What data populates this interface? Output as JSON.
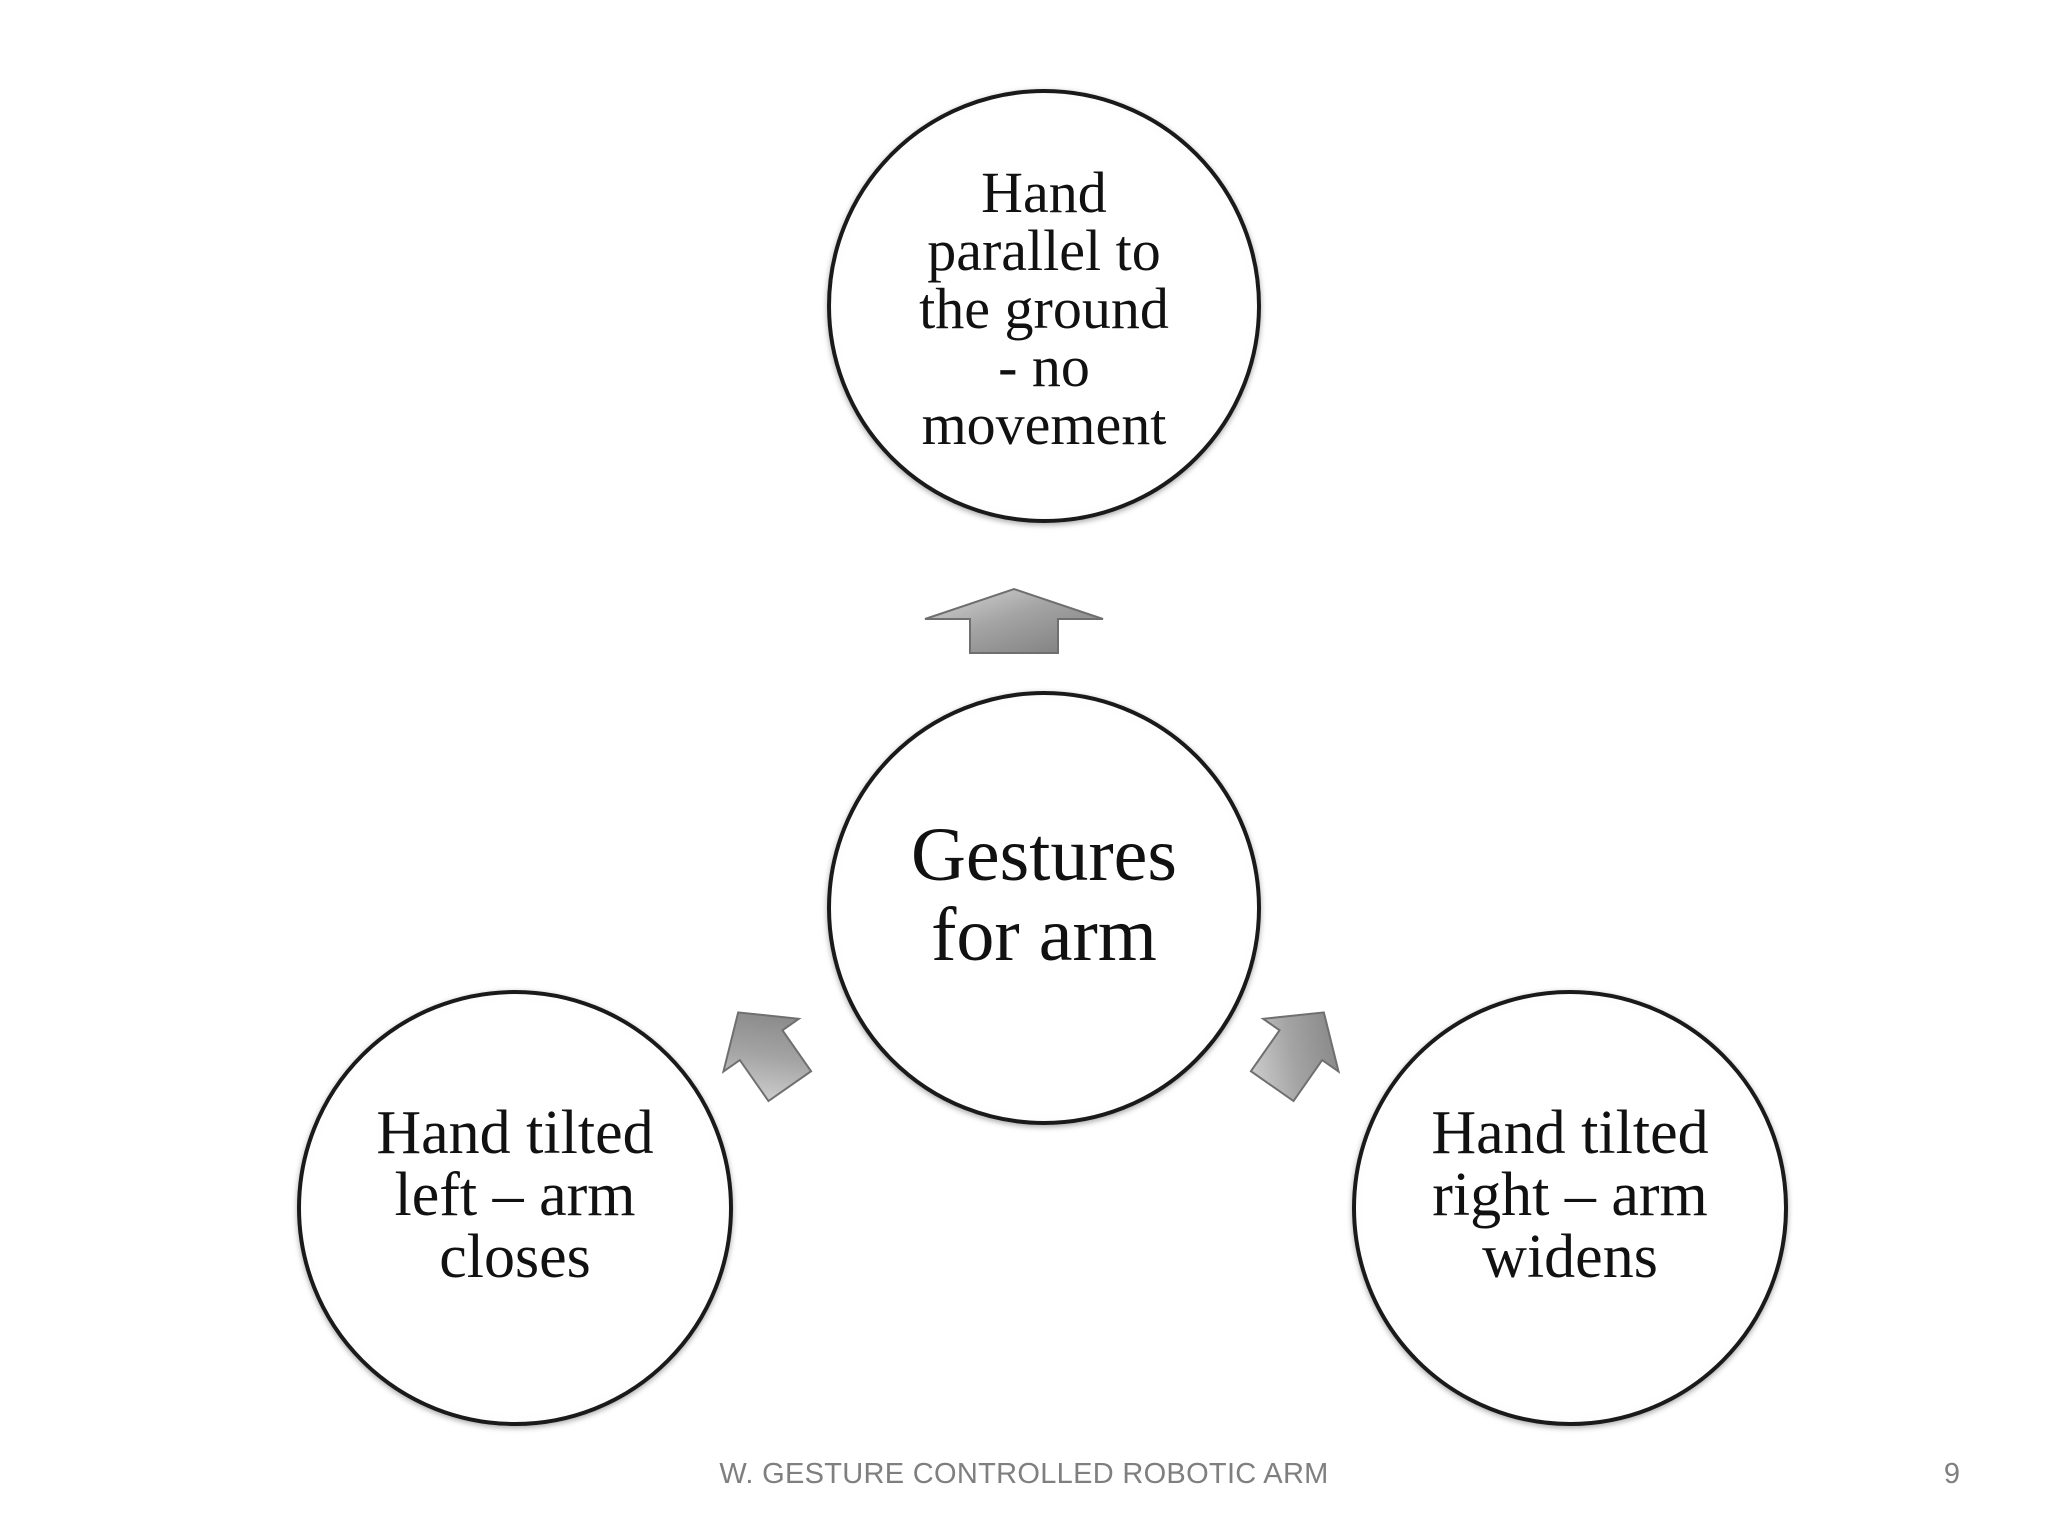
{
  "diagram": {
    "center": {
      "label": "Gestures\nfor arm"
    },
    "top": {
      "label": "Hand\nparallel to\nthe ground\n-  no\nmovement"
    },
    "left": {
      "label": "Hand tilted\nleft – arm\ncloses"
    },
    "right": {
      "label": "Hand tilted\nright – arm\nwidens"
    }
  },
  "footer": {
    "title": "W. GESTURE CONTROLLED ROBOTIC ARM",
    "page_number": "9"
  },
  "colors": {
    "background": "#ffffff",
    "node_border": "#1a1a1a",
    "arrow_fill": "#9a9a9a",
    "footer_text": "#7f7f7f"
  }
}
